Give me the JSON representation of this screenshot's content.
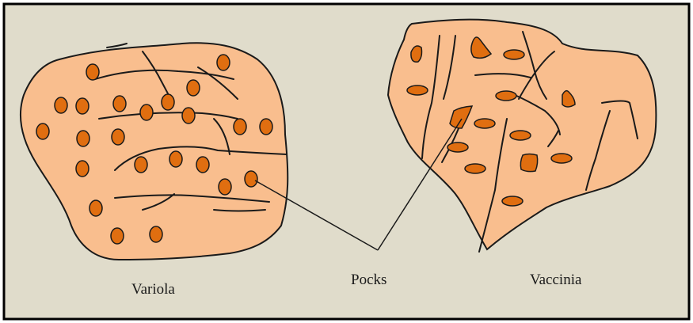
{
  "labels": {
    "left_specimen": "Variola",
    "pointer": "Pocks",
    "right_specimen": "Vaccinia"
  },
  "colors": {
    "background": "#e0dccb",
    "border": "#000000",
    "specimen_fill": "#f9be8e",
    "pock_fill": "#e06e10",
    "stroke": "#1a1a1a"
  }
}
